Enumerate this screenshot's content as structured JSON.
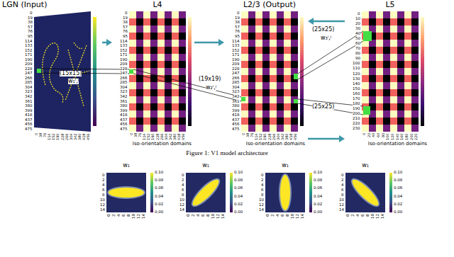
{
  "diagram": {
    "caption": "Figure 1: V1 model architecture",
    "nodes": [
      {
        "text": [
          "LGN (Input)"
        ]
      },
      {
        "text": [
          "L4",
          "Iso-orientation domains"
        ]
      },
      {
        "text": [
          "L2/3 (Output)",
          "Iso-orientation domains"
        ]
      },
      {
        "text": [
          "L5",
          "Iso-orientation domains"
        ]
      },
      {
        "text": [
          "w₁"
        ]
      },
      {
        "text": [
          "w₁"
        ]
      },
      {
        "text": [
          "w₁"
        ]
      },
      {
        "text": [
          "w₁"
        ]
      }
    ],
    "edges": [
      {
        "from": 0,
        "to": 1,
        "arrow": "to"
      },
      {
        "from": 1,
        "to": 2,
        "arrow": "to"
      },
      {
        "from": 3,
        "to": 2,
        "arrow": "to"
      },
      {
        "from": 2,
        "to": 3,
        "arrow": "to"
      }
    ],
    "labels": [
      "0",
      "19",
      "38",
      "57",
      "76",
      "95",
      "114",
      "133",
      "152",
      "171",
      "190",
      "209",
      "228",
      "247",
      "266",
      "285",
      "304",
      "323",
      "342",
      "361",
      "380",
      "399",
      "418",
      "437",
      "456",
      "475",
      "0",
      "38",
      "76",
      "114",
      "152",
      "190",
      "228",
      "266",
      "304",
      "342",
      "380",
      "418",
      "456",
      "0",
      "19",
      "38",
      "57",
      "76",
      "95",
      "114",
      "133",
      "152",
      "171",
      "190",
      "209",
      "228",
      "247",
      "266",
      "285",
      "304",
      "323",
      "342",
      "361",
      "380",
      "399",
      "418",
      "437",
      "456",
      "475",
      "0",
      "38",
      "76",
      "114",
      "152",
      "190",
      "228",
      "266",
      "304",
      "342",
      "380",
      "418",
      "456",
      "0",
      "19",
      "38",
      "57",
      "76",
      "95",
      "114",
      "133",
      "152",
      "171",
      "190",
      "209",
      "228",
      "247",
      "266",
      "285",
      "304",
      "323",
      "342",
      "361",
      "380",
      "399",
      "418",
      "437",
      "456",
      "475",
      "0",
      "38",
      "76",
      "114",
      "152",
      "190",
      "228",
      "266",
      "304",
      "342",
      "380",
      "418",
      "456",
      "0",
      "10",
      "20",
      "30",
      "40",
      "50",
      "60",
      "70",
      "80",
      "90",
      "100",
      "110",
      "120",
      "130",
      "140",
      "150",
      "160",
      "170",
      "180",
      "190",
      "200",
      "210",
      "220",
      "230",
      "0",
      "20",
      "40",
      "60",
      "80",
      "100",
      "120",
      "140",
      "160",
      "180",
      "200",
      "220",
      "(15x15)",
      "w₁ⁱ,ʲ",
      "(19x19)",
      "w₂ⁱ,ʲ",
      "(25x25)",
      "w₃ⁱ,ʲ",
      "(25x25)",
      "0",
      "2",
      "4",
      "6",
      "8",
      "10",
      "12",
      "14",
      "0",
      "2",
      "4",
      "6",
      "8",
      "10",
      "12",
      "14",
      "0.00",
      "0.02",
      "0.04",
      "0.06",
      "0.08",
      "0.10",
      "0",
      "2",
      "4",
      "6",
      "8",
      "10",
      "12",
      "14",
      "0",
      "2",
      "4",
      "6",
      "8",
      "10",
      "12",
      "14",
      "0.00",
      "0.02",
      "0.04",
      "0.06",
      "0.08",
      "0.10",
      "0",
      "2",
      "4",
      "6",
      "8",
      "10",
      "12",
      "14",
      "0",
      "2",
      "4",
      "6",
      "8",
      "10",
      "12",
      "14",
      "0.00",
      "0.02",
      "0.04",
      "0.06",
      "0.08",
      "0.10",
      "0",
      "2",
      "4",
      "6",
      "8",
      "10",
      "12",
      "14",
      "0",
      "2",
      "4",
      "6",
      "8",
      "10",
      "12",
      "14",
      "0.00",
      "0.02",
      "0.04",
      "0.06",
      "0.08",
      "0.10"
    ]
  }
}
